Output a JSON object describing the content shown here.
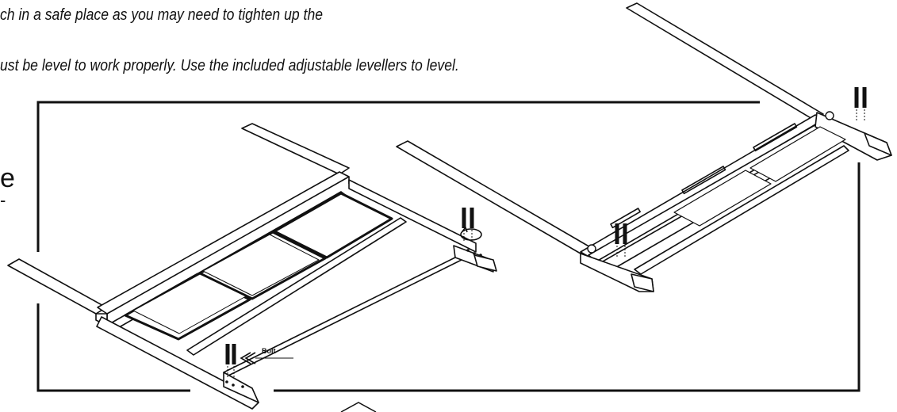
{
  "instructions": {
    "line1": "ch in a safe place as you may need to tighten up the",
    "line2": "ust be level to work properly. Use the included adjustable levellers to level."
  },
  "margin_text": {
    "glyph_top": "e",
    "glyph_bottom": "-"
  },
  "callouts": {
    "bolt": "Bolt"
  }
}
